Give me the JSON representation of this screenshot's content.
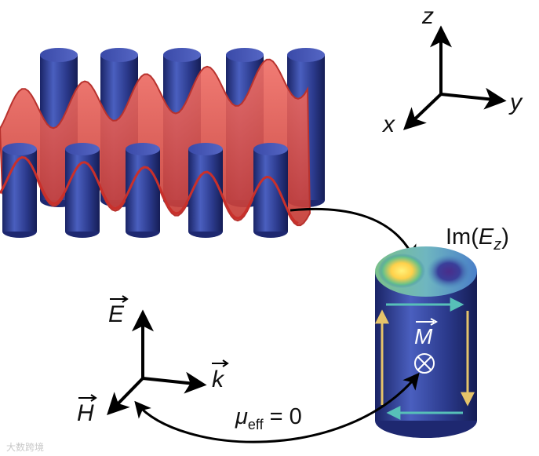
{
  "axes_xyz": {
    "x": "x",
    "y": "y",
    "z": "z"
  },
  "field_axes": {
    "E": "E",
    "k": "k",
    "H": "H"
  },
  "cell_label": {
    "prefix": "Im(",
    "var": "E",
    "sub": "z",
    "suffix": ")"
  },
  "magnetization": "M",
  "mu_eff": {
    "symbol": "μ",
    "sub": "eff",
    "rest": " = 0"
  },
  "watermark": "大数跨境",
  "colors": {
    "cylinder": "#2b3a8c",
    "cylinder_dark": "#1a2466",
    "cylinder_light": "#4a5fbf",
    "wave": "#e0504a",
    "wave_dark": "#b8322e",
    "arrow_gold": "#e6c46a",
    "arrow_teal": "#57c0b8",
    "hot": "#ffd84a",
    "cold": "#2a2f7a"
  }
}
